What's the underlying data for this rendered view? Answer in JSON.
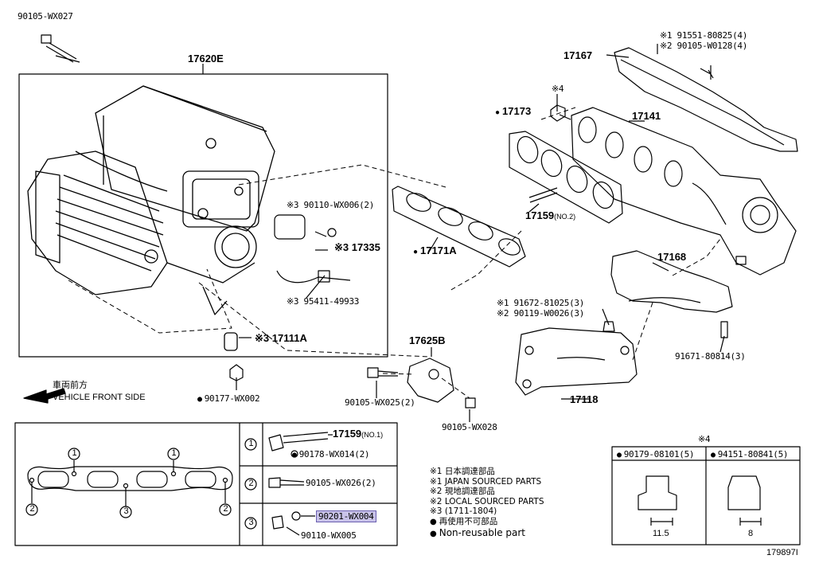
{
  "labels": {
    "p90105_wx027": "90105-WX027",
    "p17620e": "17620E",
    "p17167": "17167",
    "p91551": "※1 91551-80825(4)",
    "p90105_w0128": "※2 90105-W0128(4)",
    "x4_top": "※4",
    "p17173": "17173",
    "p17141": "17141",
    "p90110_wx006": "※3 90110-WX006(2)",
    "p17335": "※3 17335",
    "p17171a": "17171A",
    "p17159_no2": "17159",
    "p17159_no2_suffix": "(NO.2)",
    "p95411": "※3 95411-49933",
    "p17168": "17168",
    "p91672": "※1 91672-81025(3)",
    "p90119": "※2 90119-W0026(3)",
    "p17111a": "※3 17111A",
    "p17625b": "17625B",
    "p91671": "91671-80814(3)",
    "vehicle_jp": "車両前方",
    "vehicle_en": "VEHICLE FRONT SIDE",
    "p90177": "90177-WX002",
    "p90105_wx025": "90105-WX025(2)",
    "p17118": "17118",
    "p90105_wx028": "90105-WX028",
    "p17159_no1": "17159",
    "p17159_no1_suffix": "(NO.1)",
    "p90178": "90178-WX014(2)",
    "p90105_wx026": "90105-WX026(2)",
    "p90201": "90201-WX004",
    "p90110_wx005": "90110-WX005",
    "p90179": "90179-08101(5)",
    "p94151": "94151-80841(5)",
    "x4_table": "※4",
    "dim_11_5": "11.5",
    "dim_8": "8",
    "fig_no": "179897I"
  },
  "circle_numbers": [
    "1",
    "2",
    "3"
  ],
  "notes": [
    "※1  日本調達部品",
    "※1  JAPAN SOURCED PARTS",
    "※2  現地調達部品",
    "※2  LOCAL SOURCED PARTS",
    "※3  (1711-1804)",
    "再使用不可部品",
    "Non-reusable part"
  ],
  "colors": {
    "highlight": "#c9c3e9",
    "line": "#000000"
  }
}
